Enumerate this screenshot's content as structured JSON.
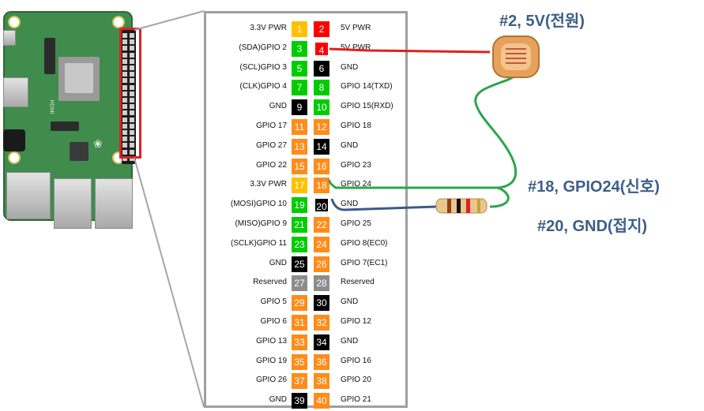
{
  "colors": {
    "power33": "#ffc000",
    "power5": "#ff0000",
    "i2c": "#00cc00",
    "ground": "#000000",
    "gpio": "#ff8c1a",
    "reserved": "#8c8c8c",
    "annotation": "#3d5e86",
    "wire_red": "#e0201f",
    "wire_green": "#2da44e",
    "wire_blue": "#3c5a88"
  },
  "pins": [
    {
      "n": 1,
      "label": "3.3V PWR",
      "color": "#ffc000"
    },
    {
      "n": 2,
      "label": "5V PWR",
      "color": "#ff0000"
    },
    {
      "n": 3,
      "label": "(SDA)GPIO 2",
      "color": "#00cc00"
    },
    {
      "n": 4,
      "label": "5V PWR",
      "color": "#ff0000"
    },
    {
      "n": 5,
      "label": "(SCL)GPIO 3",
      "color": "#00cc00"
    },
    {
      "n": 6,
      "label": "GND",
      "color": "#000000"
    },
    {
      "n": 7,
      "label": "(CLK)GPIO 4",
      "color": "#00cc00"
    },
    {
      "n": 8,
      "label": "GPIO 14(TXD)",
      "color": "#00cc00"
    },
    {
      "n": 9,
      "label": "GND",
      "color": "#000000"
    },
    {
      "n": 10,
      "label": "GPIO 15(RXD)",
      "color": "#00cc00"
    },
    {
      "n": 11,
      "label": "GPIO 17",
      "color": "#ff8c1a"
    },
    {
      "n": 12,
      "label": "GPIO 18",
      "color": "#ff8c1a"
    },
    {
      "n": 13,
      "label": "GPIO 27",
      "color": "#ff8c1a"
    },
    {
      "n": 14,
      "label": "GND",
      "color": "#000000"
    },
    {
      "n": 15,
      "label": "GPIO 22",
      "color": "#ff8c1a"
    },
    {
      "n": 16,
      "label": "GPIO 23",
      "color": "#ff8c1a"
    },
    {
      "n": 17,
      "label": "3.3V PWR",
      "color": "#ffc000"
    },
    {
      "n": 18,
      "label": "GPIO 24",
      "color": "#ff8c1a"
    },
    {
      "n": 19,
      "label": "(MOSI)GPIO 10",
      "color": "#00cc00"
    },
    {
      "n": 20,
      "label": "GND",
      "color": "#000000"
    },
    {
      "n": 21,
      "label": "(MISO)GPIO 9",
      "color": "#00cc00"
    },
    {
      "n": 22,
      "label": "GPIO 25",
      "color": "#ff8c1a"
    },
    {
      "n": 23,
      "label": "(SCLK)GPIO 11",
      "color": "#00cc00"
    },
    {
      "n": 24,
      "label": "GPIO 8(EC0)",
      "color": "#ff8c1a"
    },
    {
      "n": 25,
      "label": "GND",
      "color": "#000000"
    },
    {
      "n": 26,
      "label": "GPIO 7(EC1)",
      "color": "#ff8c1a"
    },
    {
      "n": 27,
      "label": "Reserved",
      "color": "#8c8c8c"
    },
    {
      "n": 28,
      "label": "Reserved",
      "color": "#8c8c8c"
    },
    {
      "n": 29,
      "label": "GPIO 5",
      "color": "#ff8c1a"
    },
    {
      "n": 30,
      "label": "GND",
      "color": "#000000"
    },
    {
      "n": 31,
      "label": "GPIO 6",
      "color": "#ff8c1a"
    },
    {
      "n": 32,
      "label": "GPIO 12",
      "color": "#ff8c1a"
    },
    {
      "n": 33,
      "label": "GPIO 13",
      "color": "#ff8c1a"
    },
    {
      "n": 34,
      "label": "GND",
      "color": "#000000"
    },
    {
      "n": 35,
      "label": "GPIO 19",
      "color": "#ff8c1a"
    },
    {
      "n": 36,
      "label": "GPIO 16",
      "color": "#ff8c1a"
    },
    {
      "n": 37,
      "label": "GPIO 26",
      "color": "#ff8c1a"
    },
    {
      "n": 38,
      "label": "GPIO 20",
      "color": "#ff8c1a"
    },
    {
      "n": 39,
      "label": "GND",
      "color": "#000000"
    },
    {
      "n": 40,
      "label": "GPIO 21",
      "color": "#ff8c1a"
    }
  ],
  "annotations": {
    "power": "#2, 5V(전원)",
    "signal": "#18, GPIO24(신호)",
    "ground": "#20, GND(접지)"
  },
  "board": {
    "logo_text": "HDMI"
  }
}
